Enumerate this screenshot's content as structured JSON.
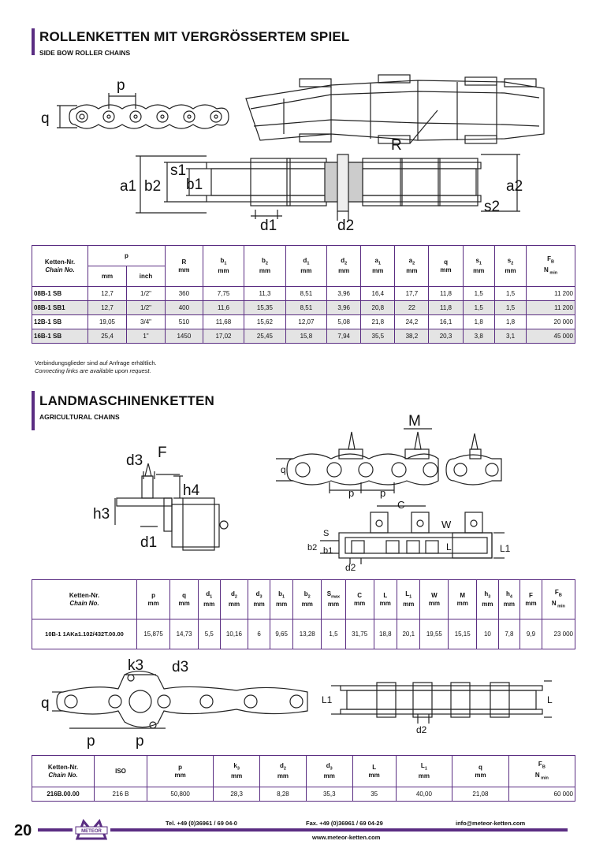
{
  "section1": {
    "title": "ROLLENKETTEN MIT VERGRÖSSERTEM SPIEL",
    "subtitle": "SIDE BOW ROLLER CHAINS",
    "diagram_labels": {
      "p": "p",
      "q": "q",
      "R": "R",
      "a1": "a1",
      "a2": "a2",
      "b1": "b1",
      "b2": "b2",
      "s1": "s1",
      "s2": "s2",
      "d1": "d1",
      "d2": "d2"
    },
    "table": {
      "h_chain_de": "Ketten-Nr.",
      "h_chain_en": "Chain No.",
      "h_p": "p",
      "h_mm": "mm",
      "h_inch": "inch",
      "cols": [
        {
          "n": "R",
          "u": "mm"
        },
        {
          "n": "b1",
          "u": "mm"
        },
        {
          "n": "b2",
          "u": "mm"
        },
        {
          "n": "d1",
          "u": "mm"
        },
        {
          "n": "d2",
          "u": "mm"
        },
        {
          "n": "a1",
          "u": "mm"
        },
        {
          "n": "a2",
          "u": "mm"
        },
        {
          "n": "q",
          "u": "mm"
        },
        {
          "n": "s1",
          "u": "mm"
        },
        {
          "n": "s2",
          "u": "mm"
        },
        {
          "n": "FB",
          "u": "N min"
        }
      ],
      "rows": [
        [
          "08B-1 SB",
          "12,7",
          "1/2\"",
          "360",
          "7,75",
          "11,3",
          "8,51",
          "3,96",
          "16,4",
          "17,7",
          "11,8",
          "1,5",
          "1,5",
          "11 200"
        ],
        [
          "08B-1 SB1",
          "12,7",
          "1/2\"",
          "400",
          "11,6",
          "15,35",
          "8,51",
          "3,96",
          "20,8",
          "22",
          "11,8",
          "1,5",
          "1,5",
          "11 200"
        ],
        [
          "12B-1 SB",
          "19,05",
          "3/4\"",
          "510",
          "11,68",
          "15,62",
          "12,07",
          "5,08",
          "21,8",
          "24,2",
          "16,1",
          "1,8",
          "1,8",
          "20 000"
        ],
        [
          "16B-1 SB",
          "25,4",
          "1\"",
          "1450",
          "17,02",
          "25,45",
          "15,8",
          "7,94",
          "35,5",
          "38,2",
          "20,3",
          "3,8",
          "3,1",
          "45 000"
        ]
      ]
    },
    "note_de": "Verbindungsglieder sind auf Anfrage erhältlich.",
    "note_en": "Connecting links are available upon request."
  },
  "section2": {
    "title": "LANDMASCHINENKETTEN",
    "subtitle": "AGRICULTURAL CHAINS",
    "diagram_labels": {
      "d3": "d3",
      "F": "F",
      "h4": "h4",
      "h3": "h3",
      "d1": "d1",
      "M": "M",
      "q": "q",
      "p": "p",
      "C": "C",
      "W": "W",
      "S": "S",
      "b2": "b2",
      "b1": "b1",
      "L": "L",
      "L1": "L1",
      "d2": "d2"
    },
    "table1": {
      "h_chain_de": "Ketten-Nr.",
      "h_chain_en": "Chain No.",
      "cols": [
        {
          "n": "p",
          "u": "mm"
        },
        {
          "n": "q",
          "u": "mm"
        },
        {
          "n": "d1",
          "u": "mm"
        },
        {
          "n": "d2",
          "u": "mm"
        },
        {
          "n": "d3",
          "u": "mm"
        },
        {
          "n": "b1",
          "u": "mm"
        },
        {
          "n": "b2",
          "u": "mm"
        },
        {
          "n": "Smax",
          "u": "mm"
        },
        {
          "n": "C",
          "u": "mm"
        },
        {
          "n": "L",
          "u": "mm"
        },
        {
          "n": "L1",
          "u": "mm"
        },
        {
          "n": "W",
          "u": "mm"
        },
        {
          "n": "M",
          "u": "mm"
        },
        {
          "n": "h3",
          "u": "mm"
        },
        {
          "n": "h4",
          "u": "mm"
        },
        {
          "n": "F",
          "u": "mm"
        },
        {
          "n": "FB",
          "u": "N min"
        }
      ],
      "rows": [
        [
          "10B-1 1AKa1.102/432T.00.00",
          "15,875",
          "14,73",
          "5,5",
          "10,16",
          "6",
          "9,65",
          "13,28",
          "1,5",
          "31,75",
          "18,8",
          "20,1",
          "19,55",
          "15,15",
          "10",
          "7,8",
          "9,9",
          "23 000"
        ]
      ]
    },
    "diagram2_labels": {
      "k3": "k3",
      "d3": "d3",
      "q": "q",
      "p": "p",
      "L1": "L1",
      "L": "L",
      "d2": "d2"
    },
    "table2": {
      "h_chain_de": "Ketten-Nr.",
      "h_chain_en": "Chain No.",
      "h_iso": "ISO",
      "cols": [
        {
          "n": "p",
          "u": "mm"
        },
        {
          "n": "k3",
          "u": "mm"
        },
        {
          "n": "d2",
          "u": "mm"
        },
        {
          "n": "d3",
          "u": "mm"
        },
        {
          "n": "L",
          "u": "mm"
        },
        {
          "n": "L1",
          "u": "mm"
        },
        {
          "n": "q",
          "u": "mm"
        },
        {
          "n": "FB",
          "u": "N min"
        }
      ],
      "rows": [
        [
          "216B.00.00",
          "216 B",
          "50,800",
          "28,3",
          "8,28",
          "35,3",
          "35",
          "40,00",
          "21,08",
          "60 000"
        ]
      ]
    }
  },
  "footer": {
    "page": "20",
    "logo": "METEOR",
    "tel": "Tel. +49 (0)36961 / 69 04-0",
    "fax": "Fax. +49 (0)36961 / 69 04-29",
    "email": "info@meteor-ketten.com",
    "web": "www.meteor-ketten.com"
  },
  "colors": {
    "accent": "#5a2d82",
    "row_alt": "#e4e4e4"
  }
}
